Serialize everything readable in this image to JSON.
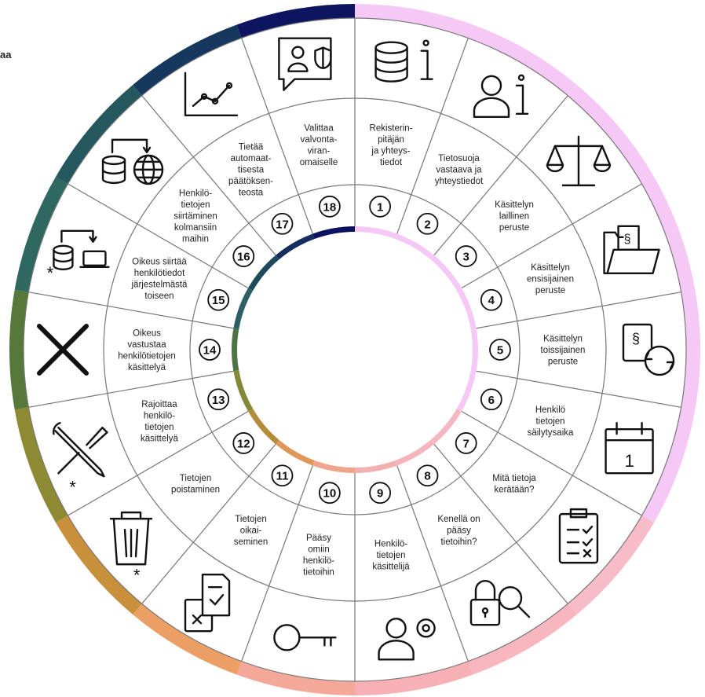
{
  "corner_text": "aa",
  "segments": [
    {
      "number": "1",
      "label": [
        "Rekisterin-",
        "pitäjän",
        "ja yhteys-",
        "tiedot"
      ],
      "icon": "database-info-icon",
      "outer_color": "#f5c8f5",
      "inner_color": "#f5c8f5",
      "asterisk": ""
    },
    {
      "number": "2",
      "label": [
        "Tietosuoja",
        "vastaava ja",
        "yhteystiedot"
      ],
      "icon": "person-info-icon",
      "outer_color": "#f5c8f5",
      "inner_color": "#f5c8f5",
      "asterisk": ""
    },
    {
      "number": "3",
      "label": [
        "Käsittelyn",
        "laillinen",
        "peruste"
      ],
      "icon": "scales-icon",
      "outer_color": "#f5c8f5",
      "inner_color": "#f5c8f5",
      "asterisk": ""
    },
    {
      "number": "4",
      "label": [
        "Käsittelyn",
        "ensisijainen",
        "peruste"
      ],
      "icon": "paragraph-folder-icon",
      "outer_color": "#f5c8f5",
      "inner_color": "#f5c8f5",
      "asterisk": ""
    },
    {
      "number": "5",
      "label": [
        "Käsittelyn",
        "toissijainen",
        "peruste"
      ],
      "icon": "paragraph-cycle-icon",
      "outer_color": "#f5c8f5",
      "inner_color": "#f5c8f5",
      "asterisk": ""
    },
    {
      "number": "6",
      "label": [
        "Henkilö",
        "tietojen",
        "säilytysaika"
      ],
      "icon": "calendar-icon",
      "outer_color": "#f5c8f5",
      "inner_color": "#f5c8f5",
      "asterisk": ""
    },
    {
      "number": "7",
      "label": [
        "Mitä tietoja",
        "kerätään?"
      ],
      "icon": "checklist-icon",
      "outer_color": "#f8bcc8",
      "inner_color": "#f6b8c0",
      "asterisk": ""
    },
    {
      "number": "8",
      "label": [
        "Kenellä on",
        "pääsy",
        "tietoihin?"
      ],
      "icon": "lock-search-icon",
      "outer_color": "#f8b6bf",
      "inner_color": "#f6b4bb",
      "asterisk": ""
    },
    {
      "number": "9",
      "label": [
        "Henkilö-",
        "tietojen",
        "käsittelijä"
      ],
      "icon": "person-gear-icon",
      "outer_color": "#f6b0b6",
      "inner_color": "#f2b0b0",
      "asterisk": ""
    },
    {
      "number": "10",
      "label": [
        "Pääsy",
        "omiin",
        "henkilö-",
        "tietoihin"
      ],
      "icon": "key-icon",
      "outer_color": "#f3a89a",
      "inner_color": "#efa58c",
      "asterisk": ""
    },
    {
      "number": "11",
      "label": [
        "Tietojen",
        "oikai-",
        "seminen"
      ],
      "icon": "documents-check-icon",
      "outer_color": "#ec9f64",
      "inner_color": "#e0985a",
      "asterisk": ""
    },
    {
      "number": "12",
      "label": [
        "Tietojen",
        "poistaminen"
      ],
      "icon": "trash-icon",
      "outer_color": "#c9903c",
      "inner_color": "#b48c3a",
      "asterisk": "*"
    },
    {
      "number": "13",
      "label": [
        "Rajoittaa",
        "henkilö-",
        "tietojen",
        "käsittelyä"
      ],
      "icon": "tools-icon",
      "outer_color": "#8e8a34",
      "inner_color": "#85873a",
      "asterisk": "*"
    },
    {
      "number": "14",
      "label": [
        "Oikeus",
        "vastustaa",
        "henkilötietojen",
        "käsittelyä"
      ],
      "icon": "cross-icon",
      "outer_color": "#56783a",
      "inner_color": "#4d7444",
      "asterisk": ""
    },
    {
      "number": "15",
      "label": [
        "Oikeus siirtää",
        "henkilötiedot",
        "järjestelmästä",
        "toiseen"
      ],
      "icon": "database-laptop-icon",
      "outer_color": "#2e6860",
      "inner_color": "#2d6064",
      "asterisk": "*"
    },
    {
      "number": "16",
      "label": [
        "Henkilö-",
        "tietojen",
        "siirtäminen",
        "kolmansiin",
        "maihin"
      ],
      "icon": "database-globe-icon",
      "outer_color": "#25585e",
      "inner_color": "#1c4a5a",
      "asterisk": ""
    },
    {
      "number": "17",
      "label": [
        "Tietää",
        "automaat-",
        "tisesta",
        "päätöksen-",
        "teosta"
      ],
      "icon": "line-chart-icon",
      "outer_color": "#17385e",
      "inner_color": "#152e5e",
      "asterisk": ""
    },
    {
      "number": "18",
      "label": [
        "Valittaa",
        "valvonta-",
        "viran-",
        "omaiselle"
      ],
      "icon": "person-shield-icon",
      "outer_color": "#0e1560",
      "inner_color": "#0c1260",
      "asterisk": ""
    }
  ],
  "colors": {
    "line": "#777777",
    "text": "#222222"
  }
}
